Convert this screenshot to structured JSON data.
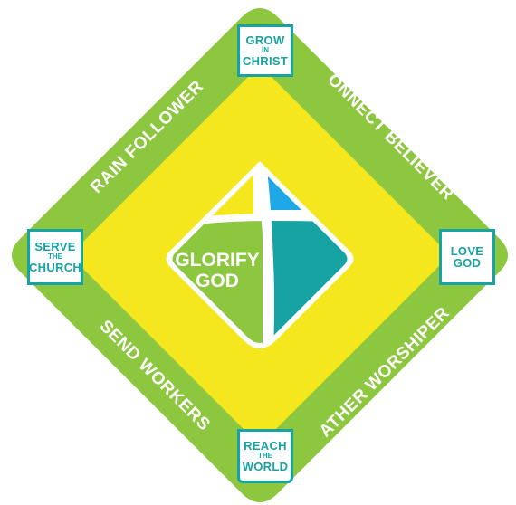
{
  "center": {
    "line1": "GLORIFY",
    "line2": "GOD"
  },
  "badges": {
    "top": {
      "line1": "GROW",
      "line2": "IN",
      "line3": "CHRIST"
    },
    "left": {
      "line1": "SERVE",
      "line2": "THE",
      "line3": "CHURCH"
    },
    "right": {
      "line1": "LOVE",
      "line2": "GOD"
    },
    "bottom": {
      "line1": "REACH",
      "line2": "THE",
      "line3": "WORLD"
    }
  },
  "edges": {
    "top_left": "TRAIN FOLLOWERS",
    "top_right": "CONNECT BELIEVERS",
    "bottom_left": "SEND WORKERS",
    "bottom_right": "GATHER WORSHIPERS"
  },
  "colors": {
    "outer_green": "#8dc63f",
    "inner_yellow": "#f5e71d",
    "teal": "#17a3a3",
    "sky_blue": "#1ea8e8",
    "leaf_green": "#8dc63f",
    "white": "#ffffff"
  }
}
